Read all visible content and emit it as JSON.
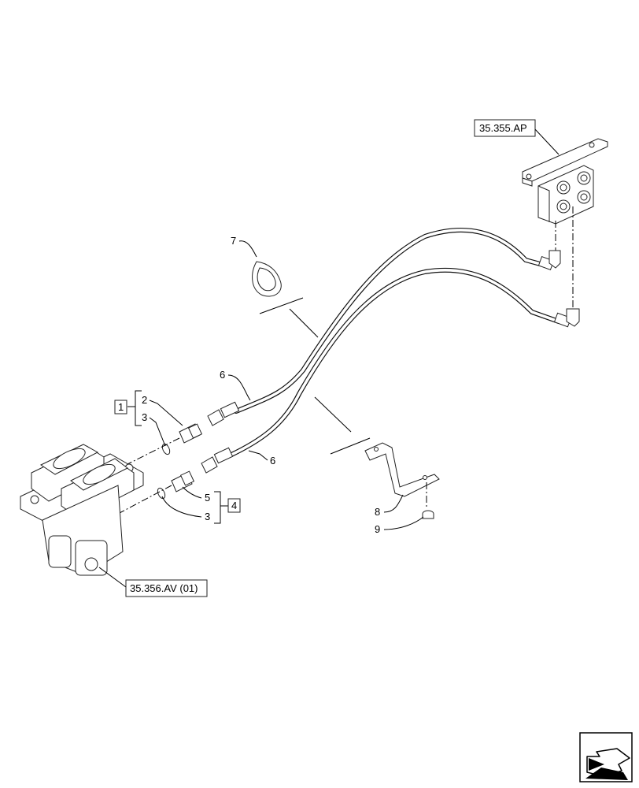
{
  "references": {
    "valve_block": "35.355.AP",
    "control_valve": "35.356.AV (01)"
  },
  "callouts": {
    "item_2": "2",
    "item_3a": "3",
    "item_3b": "3",
    "item_5": "5",
    "item_6a": "6",
    "item_6b": "6",
    "item_7": "7",
    "item_8": "8",
    "item_9": "9"
  },
  "kits": {
    "kit_1": "1",
    "kit_4": "4"
  },
  "icons": {
    "nav": "navigation-arrow-icon"
  }
}
